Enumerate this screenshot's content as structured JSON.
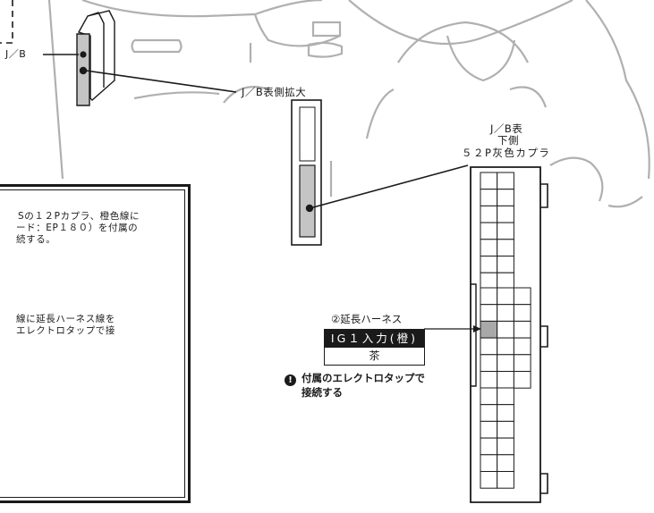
{
  "labels": {
    "jb": "J／B",
    "jb_front_zoom": "J／B表側拡大",
    "jb_front_line1": "J／B表",
    "jb_front_line2": "下側",
    "connector": "５２P灰色カプラ"
  },
  "note": {
    "lines": [
      "Sの１２Pカプラ、橙色線に",
      "ード：EP１８０）を付属の",
      "続する。",
      "線に延長ハーネス線を",
      "エレクトロタップで接"
    ]
  },
  "harness": {
    "title": "②延長ハーネス",
    "signal": "IG１入力(橙)",
    "wire_color": "茶"
  },
  "warning": {
    "icon": "exclamation-icon",
    "icon_glyph": "!",
    "line1": "付属のエレクトロタップで",
    "line2": "接続する"
  },
  "colors": {
    "line": "#1a1a1a",
    "fill_gray": "#c4c4c4",
    "dash_outline": "#b0b0b0"
  }
}
